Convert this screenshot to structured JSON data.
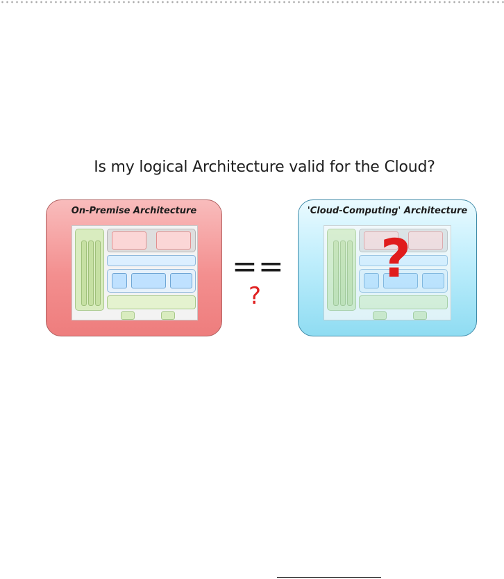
{
  "slide": {
    "title": "Is my logical Architecture valid for the Cloud?",
    "left_panel": {
      "title": "On-Premise Architecture",
      "colors": {
        "fill": "#f38f8f",
        "border": "#b06060"
      }
    },
    "right_panel": {
      "title": "'Cloud-Computing' Architecture",
      "colors": {
        "fill": "#bfeefc",
        "border": "#3f8aa8"
      }
    },
    "comparison": {
      "operator": "==",
      "question_mark": "?"
    },
    "cloud_question_mark": "?",
    "accent_color": "#e01c1c"
  }
}
